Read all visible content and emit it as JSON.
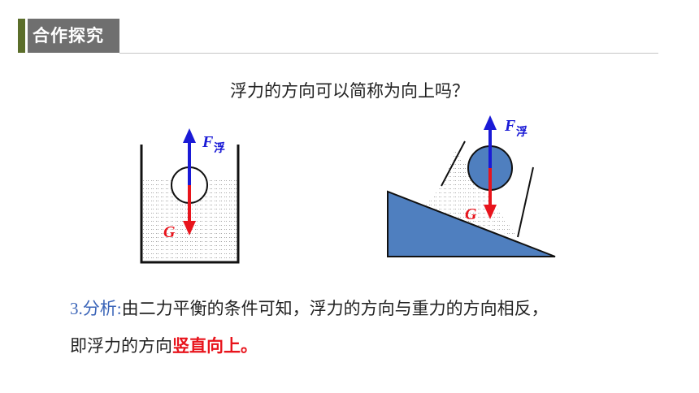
{
  "header": {
    "title": "合作探究"
  },
  "question": "浮力的方向可以简称为向上吗？",
  "figures": {
    "left": {
      "buoyancy_symbol": "F",
      "buoyancy_subscript": "浮",
      "gravity_label": "G"
    },
    "right": {
      "buoyancy_symbol": "F",
      "buoyancy_subscript": "浮",
      "gravity_label": "G"
    }
  },
  "analysis": {
    "label": "3.分析:",
    "line1": "由二力平衡的条件可知，浮力的方向与重力的方向相反，",
    "line2_prefix": "即浮力的方向",
    "line2_emphasis": "竖直向上。"
  },
  "colors": {
    "header_bar": "#6f6f6f",
    "header_accent": "#5b6e2a",
    "buoyancy_arrow": "#1a1ad6",
    "gravity_arrow": "#e8141c",
    "incline_fill": "#4f7fbf",
    "ball_fill": "#4f7fbf",
    "label_blue": "#3a64b8",
    "emphasis_red": "#e8141c"
  }
}
